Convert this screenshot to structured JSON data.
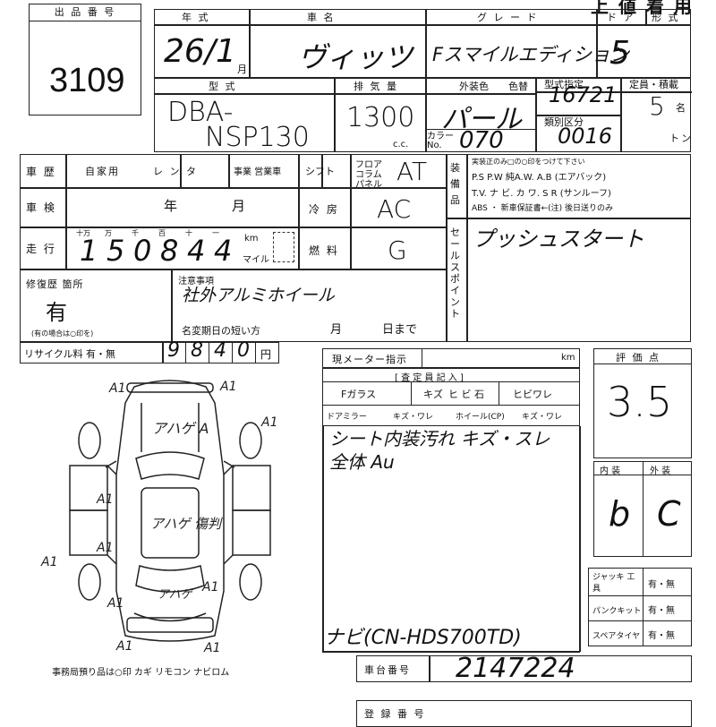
{
  "lot": {
    "header": "出 品 番 号",
    "number": "3109"
  },
  "title_top": "上 値 着 用",
  "head": {
    "year_label": "年 式",
    "name_label": "車 名",
    "grade_label": "グ レ ー ド",
    "door_label": "ド ア",
    "shape_label": "形 式",
    "year": "26/1",
    "year_month_mark": "月",
    "name": "ヴィッツ",
    "grade": "Fスマイルエディション",
    "doors": "5"
  },
  "model": {
    "label": "型 式",
    "value_line1": "DBA-",
    "value_line2": "NSP130",
    "displacement_label": "排 気 量",
    "displacement": "1300",
    "cc": "c.c.",
    "exterior_label": "外装色",
    "exterior": "パール",
    "color_label": "色替",
    "colorno_label": "カラー No.",
    "colorno": "070",
    "typeno_label": "型式指定",
    "typeno": "16721",
    "classno_label": "類別区分",
    "classno": "0016",
    "capacity_label": "定員・積載",
    "capacity": "5",
    "cap_unit1": "名",
    "cap_unit2": "トン"
  },
  "history": {
    "label": "車 歴",
    "own": "自家用",
    "rental": "レ ン タ",
    "business": "事業 営業車"
  },
  "shift": {
    "label": "シフト",
    "opts": [
      "フロア",
      "コラム",
      "パネル"
    ],
    "value": "AT"
  },
  "equip": {
    "label": "装 備 品",
    "note": "実装正のみ□の○印をつけて下さい",
    "line1": "P.S  P.W  純A.W.  A.B (エアバック)",
    "line2": "T.V.  ナ ビ.  カ ワ.  S R (サンルーフ)",
    "line3": "ABS ・ 新車保証書←(注) 後日送りのみ"
  },
  "inspection": {
    "label": "車 検",
    "year": "年",
    "month": "月"
  },
  "ac": {
    "label": "冷 房",
    "value": "AC"
  },
  "mileage": {
    "label": "走 行",
    "units": [
      "十万",
      "万",
      "千",
      "百",
      "十",
      "一"
    ],
    "digits": [
      "1",
      "5",
      "0",
      "8",
      "4",
      "4"
    ],
    "km": "km",
    "mile": "マイル"
  },
  "fuel": {
    "label": "燃 料",
    "value": "G"
  },
  "sales_point": {
    "label": "セ ー ル ス ポ イ ン ト",
    "value": "プッシュスタート"
  },
  "repair": {
    "label": "修復歴 箇所",
    "value": "有",
    "note": "(有の場合は○印を)"
  },
  "notes": {
    "label": "注意事項",
    "value": "社外アルミホイール",
    "deadline_label": "名変期日の短い方",
    "month": "月",
    "day": "日まで"
  },
  "recycle": {
    "label": "リサイクル料 有・無",
    "digits": [
      "9",
      "8",
      "4",
      "0"
    ],
    "unit": "円"
  },
  "meter": {
    "label": "現メーター指示",
    "unit": "km"
  },
  "inspector": {
    "header": "[ 査 定 員 記 入 ]",
    "row1": [
      "Fガラス",
      "キズ",
      "ヒ ビ 石",
      "ヒビワレ"
    ],
    "row2": [
      "ドアミラー",
      "キズ・ワレ",
      "ホイール(CP)",
      "キズ・ワレ"
    ],
    "comment1": "シート内装汚れ キズ・スレ",
    "comment2": "全体 Au"
  },
  "score": {
    "label": "評 価 点",
    "value": "3.5"
  },
  "interior": {
    "label": "内 装",
    "value": "b"
  },
  "exterior": {
    "label": "外 装",
    "value": "C"
  },
  "items": [
    {
      "label": "ジャッキ 工 具",
      "value": "有・無"
    },
    {
      "label": "パンクキット",
      "value": "有・無"
    },
    {
      "label": "スペアタイヤ",
      "value": "有・無"
    }
  ],
  "navi": "ナビ(CN-HDS700TD)",
  "chassis": {
    "label": "車台番号",
    "value": "2147224"
  },
  "footer_label": "登 録 番 号",
  "diagram": {
    "legend": "事務局預り品は○印  カギ  リモコン  ナビロム",
    "marks": [
      "A1",
      "A1",
      "A1",
      "A1",
      "A1",
      "A1",
      "A1",
      "A1",
      "A1",
      "A1"
    ],
    "notes": [
      "アハゲ A",
      "アハゲ 傷判",
      "アハゲ"
    ]
  }
}
